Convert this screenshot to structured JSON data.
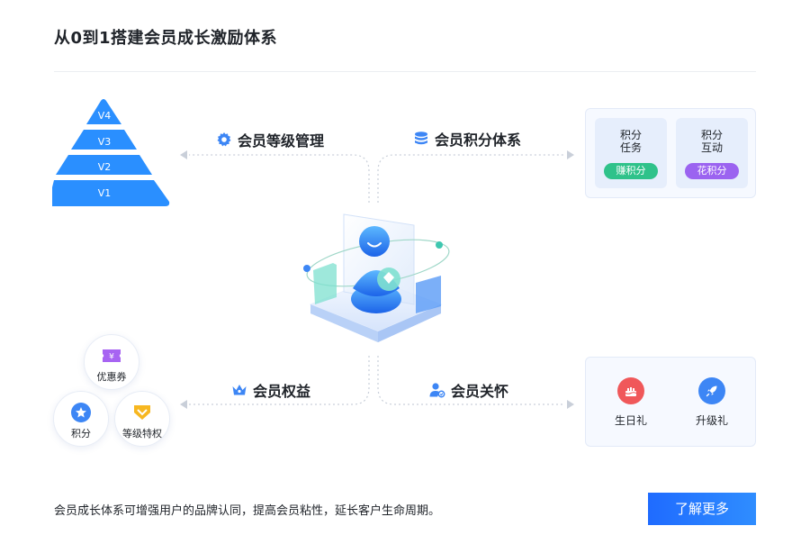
{
  "title": "从0到1搭建会员成长激励体系",
  "pyramid": {
    "levels": [
      "V4",
      "V3",
      "V2",
      "V1"
    ]
  },
  "sections": {
    "level_mgmt": "会员等级管理",
    "points_system": "会员积分体系",
    "benefits": "会员权益",
    "care": "会员关怀"
  },
  "points_cards": [
    {
      "title": "积分\n任务",
      "badge": "赚积分",
      "color": "#2fc28a"
    },
    {
      "title": "积分\n互动",
      "badge": "花积分",
      "color": "#9b63f0"
    }
  ],
  "benefits": {
    "coupon": "优惠券",
    "points": "积分",
    "level_privilege": "等级特权"
  },
  "care_items": {
    "birthday": "生日礼",
    "upgrade": "升级礼"
  },
  "footer": {
    "description": "会员成长体系可增强用户的品牌认同，提高会员粘性，延长客户生命周期。",
    "button": "了解更多"
  },
  "colors": {
    "primary": "#1f6bff",
    "pyramid": "#2a8fff",
    "earn": "#2fc28a",
    "spend": "#9b63f0",
    "birthday": "#f0585a",
    "upgrade": "#3d86f5"
  }
}
